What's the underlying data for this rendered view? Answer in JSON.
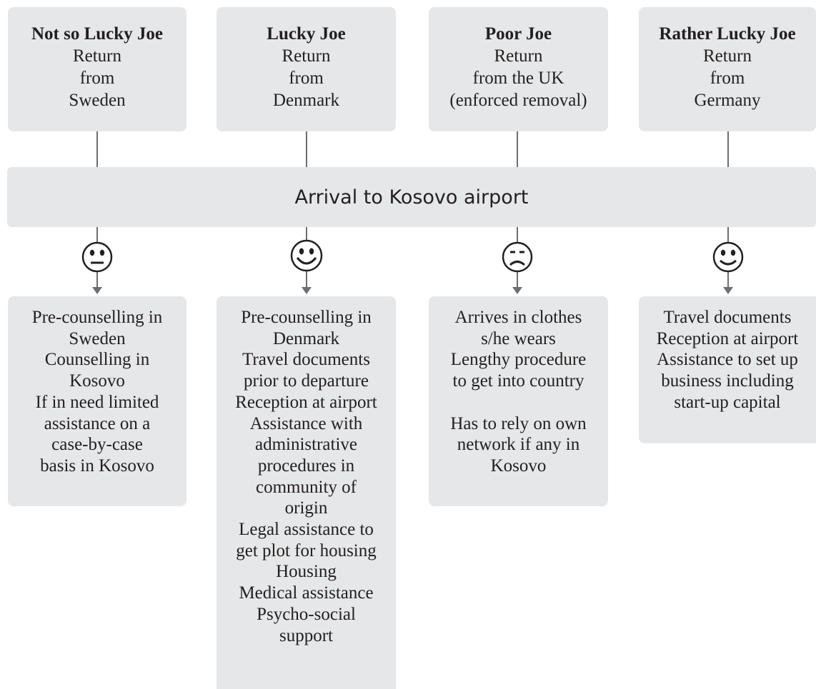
{
  "airport": {
    "label": "Arrival to Kosovo airport"
  },
  "columns": [
    {
      "name": "Not so Lucky Joe",
      "lines": [
        "Return",
        "from",
        "Sweden"
      ],
      "face": "neutral-face-icon",
      "details": [
        "Pre-counselling in",
        "Sweden",
        "Counselling in",
        "Kosovo",
        "If in need limited",
        "assistance on a",
        "case-by-case",
        "basis in Kosovo"
      ]
    },
    {
      "name": "Lucky Joe",
      "lines": [
        "Return",
        "from",
        "Denmark"
      ],
      "face": "big-smile-face-icon",
      "details": [
        "Pre-counselling in",
        "Denmark",
        "Travel documents",
        "prior to departure",
        "Reception at airport",
        "Assistance with",
        "administrative",
        "procedures in",
        "community of",
        "origin",
        "Legal assistance to",
        "get plot for housing",
        "Housing",
        "Medical assistance",
        "Psycho-social",
        "support"
      ]
    },
    {
      "name": "Poor Joe",
      "lines": [
        "Return",
        "from the UK",
        "(enforced removal)"
      ],
      "face": "sad-face-icon",
      "details": [
        "Arrives in clothes",
        "s/he wears",
        "Lengthy procedure",
        "to get into country",
        "",
        "Has to rely on own",
        "network if any in",
        "Kosovo"
      ]
    },
    {
      "name": "Rather Lucky Joe",
      "lines": [
        "Return",
        "from",
        "Germany"
      ],
      "face": "smile-face-icon",
      "details": [
        "Travel documents",
        "Reception at airport",
        "Assistance to set up",
        "business including",
        "start-up capital"
      ]
    }
  ],
  "colors": {
    "box": "#e6e7e8",
    "line": "#6d6e71",
    "text": "#231f20"
  }
}
